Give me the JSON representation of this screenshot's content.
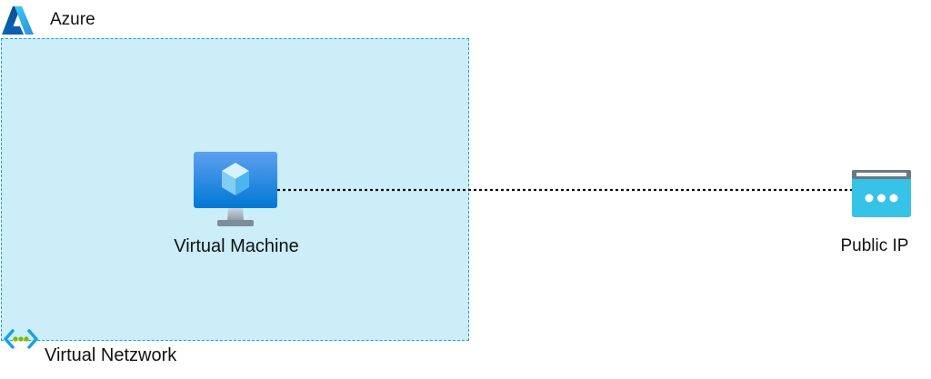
{
  "azure": {
    "title": "Azure",
    "icon": "azure-logo-icon"
  },
  "vnet": {
    "label": "Virtual Netzwork",
    "icon": "virtual-network-icon",
    "fill_color": "#cbeef9",
    "border_color": "#1ba1e2"
  },
  "vm": {
    "label": "Virtual Machine",
    "icon": "virtual-machine-icon"
  },
  "public_ip": {
    "label": "Public IP",
    "icon": "public-ip-icon"
  },
  "connection": {
    "from": "Virtual Machine",
    "to": "Public IP",
    "style": "dotted",
    "color": "#111111"
  }
}
